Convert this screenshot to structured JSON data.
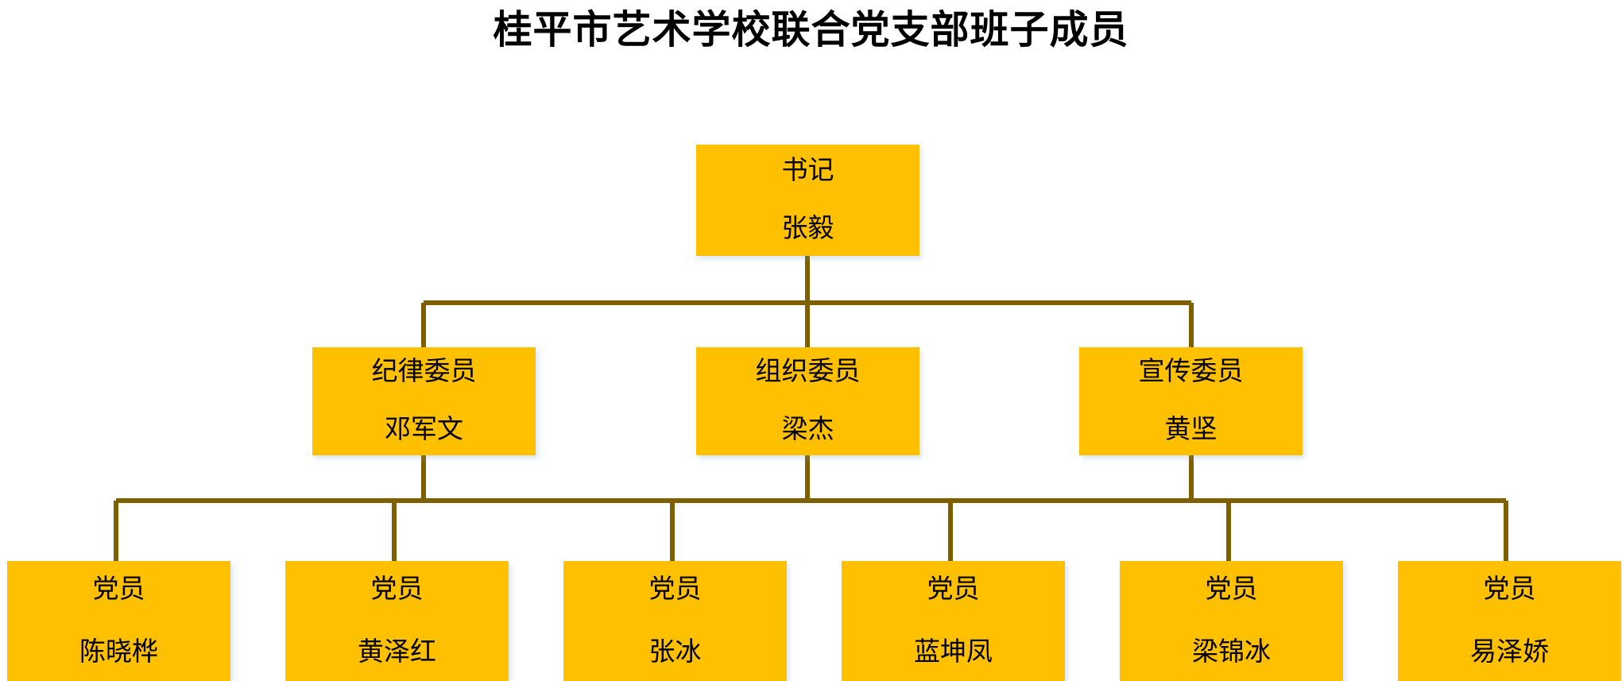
{
  "title": "桂平市艺术学校联合党支部班子成员",
  "theme": {
    "box_fill": "#FFC000",
    "box_text": "#000000",
    "connector_line": "#7F6000",
    "page_background": "#FFFFFF",
    "title_color": "#000000"
  },
  "org_chart": {
    "type": "hierarchy",
    "levels": 3,
    "root": {
      "role": "书记",
      "name": "张毅"
    },
    "level2": [
      {
        "role": "纪律委员",
        "name": "邓军文"
      },
      {
        "role": "组织委员",
        "name": "梁杰"
      },
      {
        "role": "宣传委员",
        "name": "黄坚"
      }
    ],
    "level3": [
      {
        "role": "党员",
        "name": "陈晓桦"
      },
      {
        "role": "党员",
        "name": "黄泽红"
      },
      {
        "role": "党员",
        "name": "张冰"
      },
      {
        "role": "党员",
        "name": "蓝坤凤"
      },
      {
        "role": "党员",
        "name": "梁锦冰"
      },
      {
        "role": "党员",
        "name": "易泽娇"
      }
    ]
  }
}
